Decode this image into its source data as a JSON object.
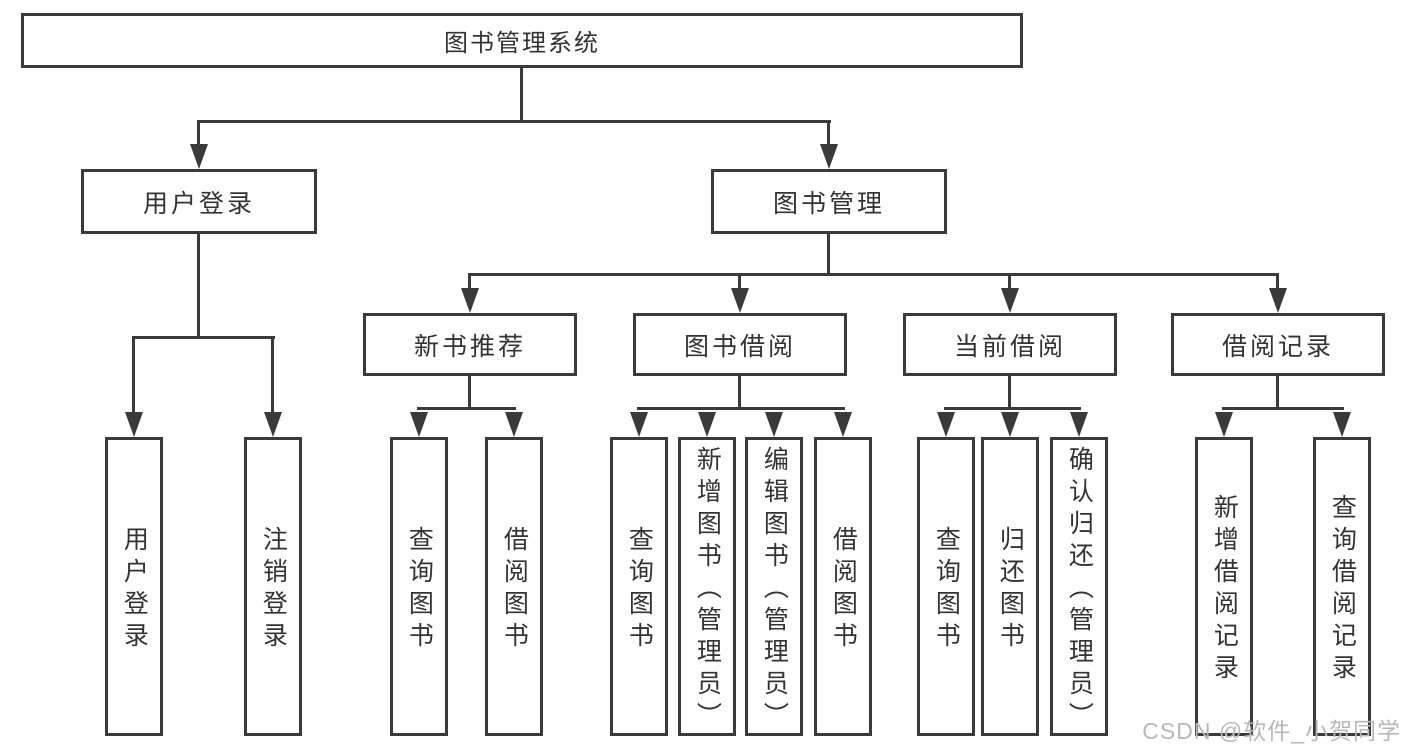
{
  "root": {
    "label": "图书管理系统"
  },
  "level2": [
    {
      "label": "用户登录"
    },
    {
      "label": "图书管理"
    }
  ],
  "level3": [
    {
      "label": "新书推荐"
    },
    {
      "label": "图书借阅"
    },
    {
      "label": "当前借阅"
    },
    {
      "label": "借阅记录"
    }
  ],
  "leaves": {
    "user_login": [
      "用户登录",
      "注销登录"
    ],
    "new_book_recommend": [
      "查询图书",
      "借阅图书"
    ],
    "book_borrow": [
      "查询图书",
      "新增图书（管理员）",
      "编辑图书（管理员）",
      "借阅图书"
    ],
    "current_borrow": [
      "查询图书",
      "归还图书",
      "确认归还（管理员）"
    ],
    "borrow_record": [
      "新增借阅记录",
      "查询借阅记录"
    ]
  },
  "watermark": "CSDN @软件_小贺同学",
  "colors": {
    "line": "#3a3a3a",
    "text": "#333333",
    "background": "#ffffff",
    "watermark": "#b8b8b8"
  }
}
